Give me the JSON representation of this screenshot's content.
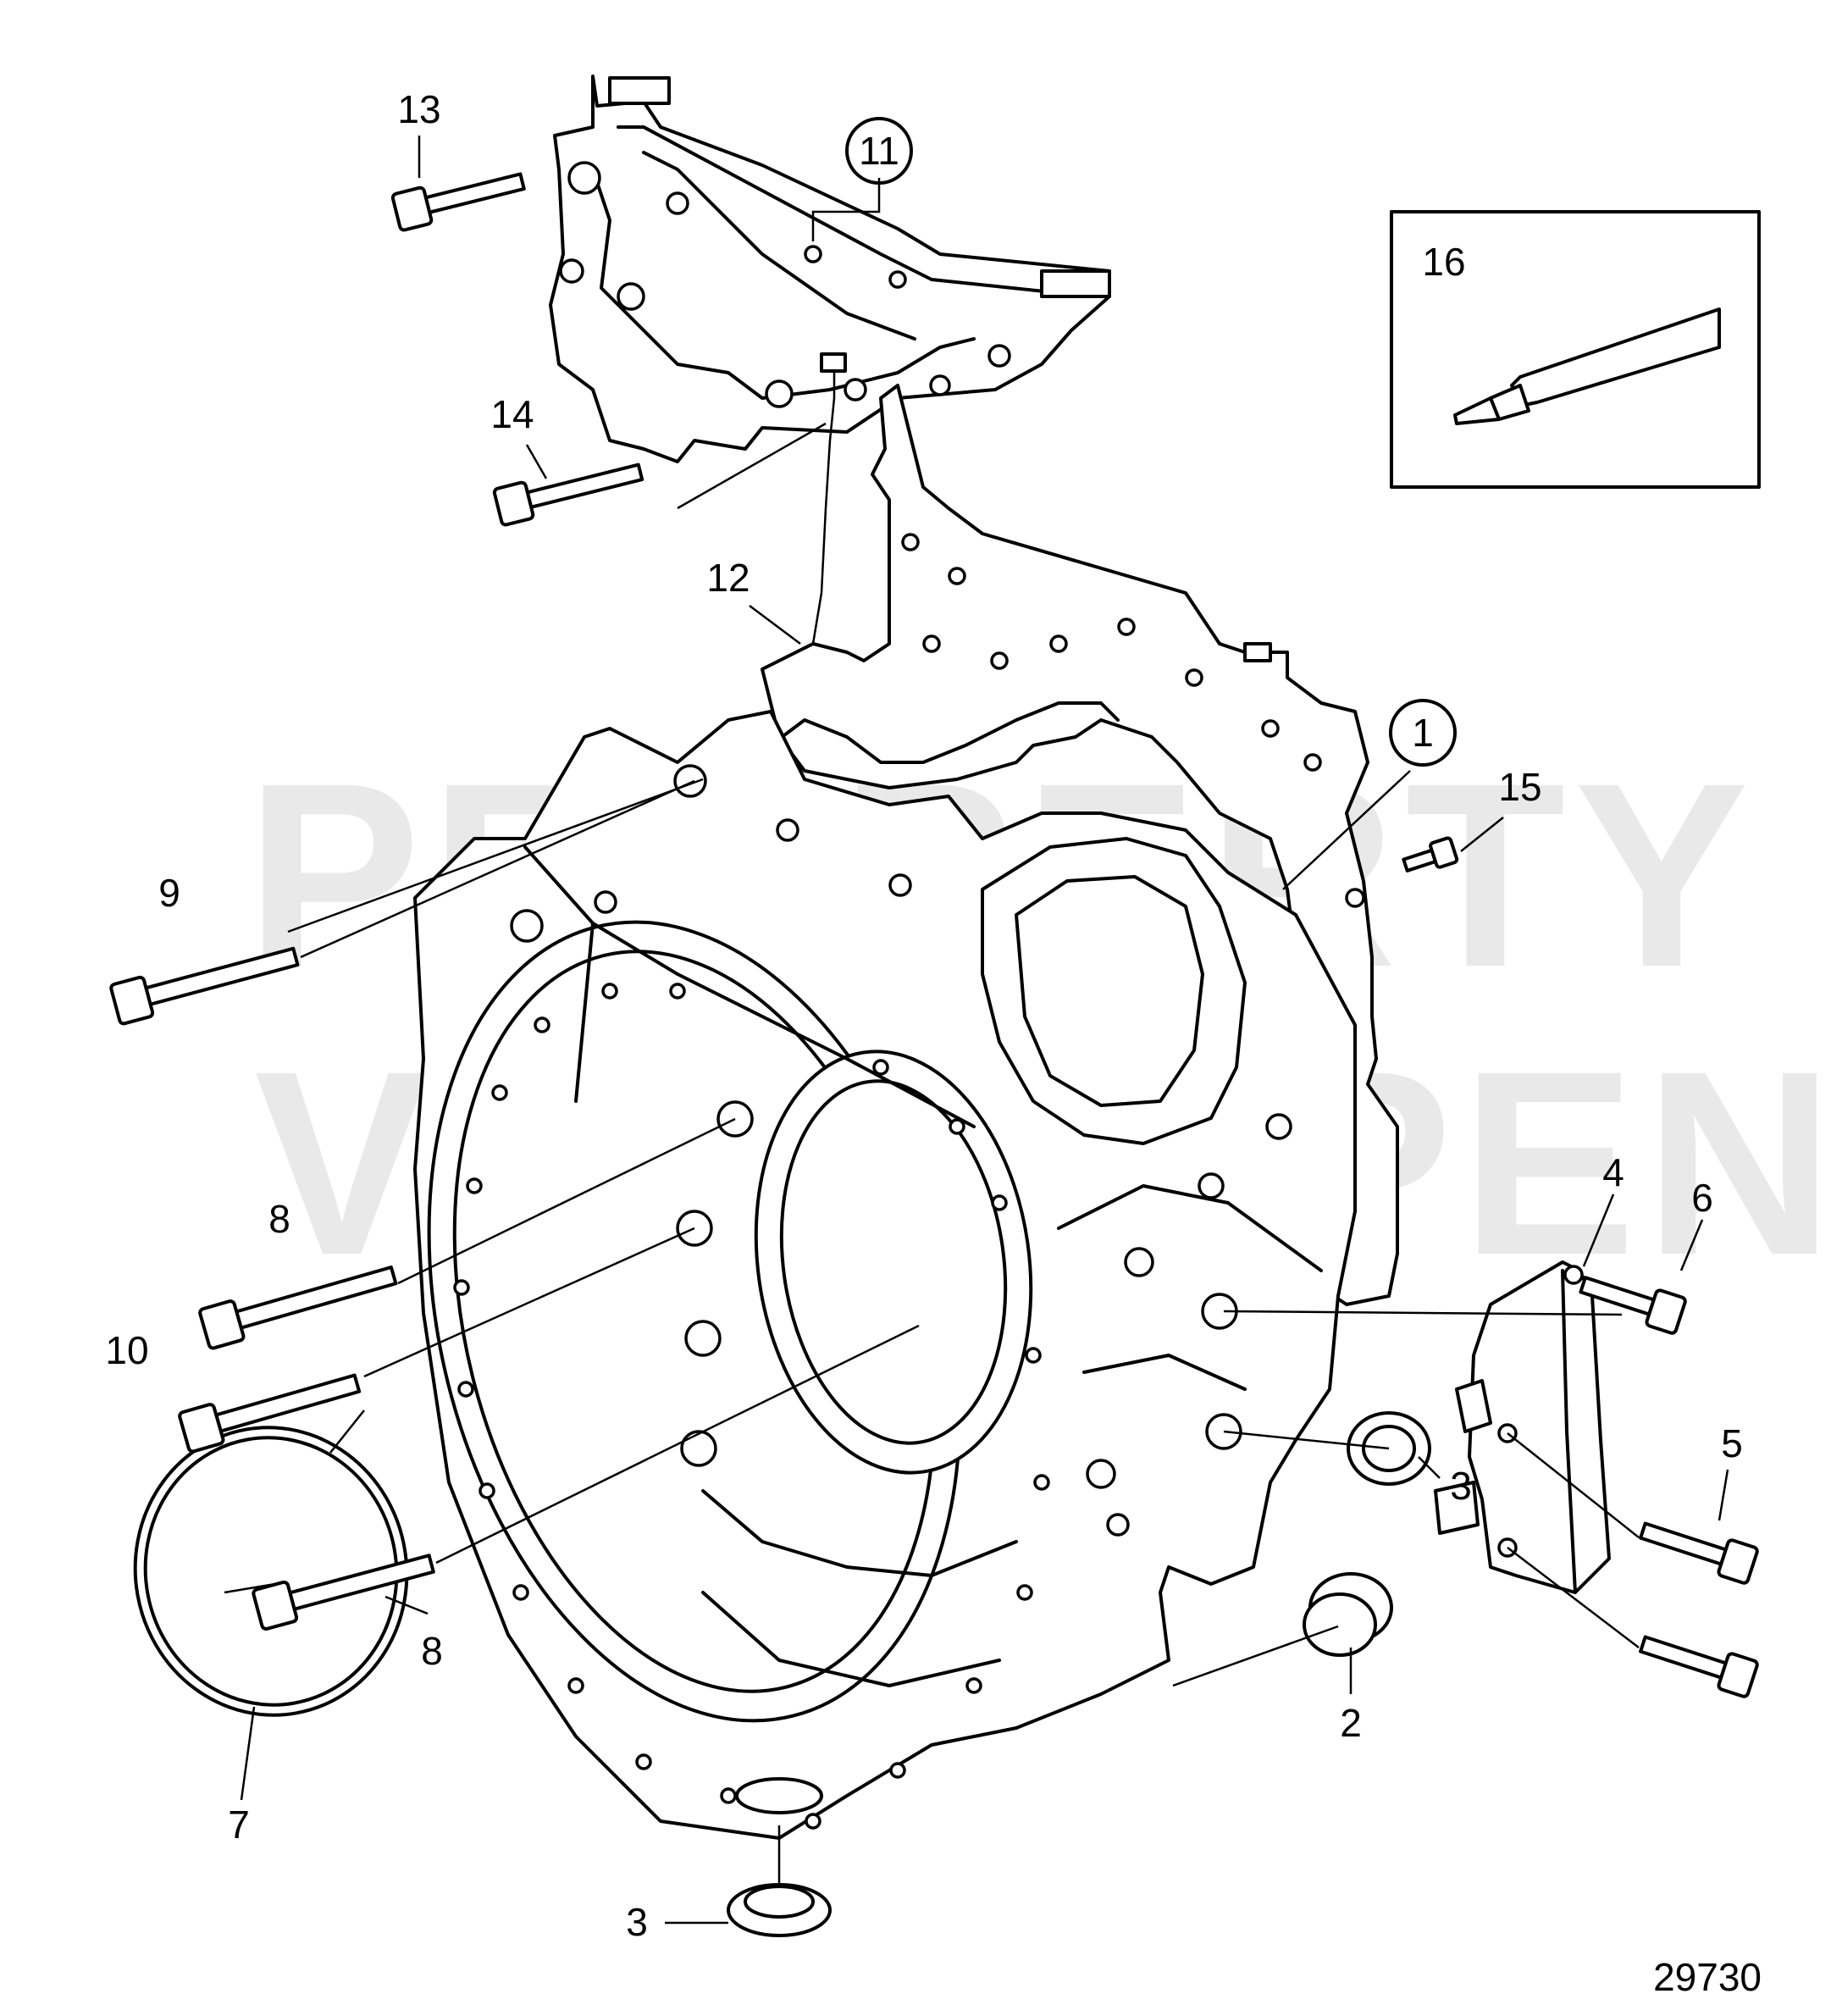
{
  "watermark": {
    "line1": "PROPERTY OF",
    "line2": "VOLVO PENTA"
  },
  "figure_number": "29730",
  "callouts": {
    "c1": "1",
    "c2": "2",
    "c3a": "3",
    "c3b": "3",
    "c4": "4",
    "c5": "5",
    "c6": "6",
    "c7": "7",
    "c8a": "8",
    "c8b": "8",
    "c9": "9",
    "c10": "10",
    "c11": "11",
    "c12": "12",
    "c13": "13",
    "c14": "14",
    "c15": "15",
    "c16": "16"
  },
  "parts": [
    {
      "key": "c1",
      "depicts": "flywheel housing"
    },
    {
      "key": "c2",
      "depicts": "plug"
    },
    {
      "key": "c3",
      "depicts": "seal ring"
    },
    {
      "key": "c4",
      "depicts": "bracket"
    },
    {
      "key": "c5",
      "depicts": "flange screw"
    },
    {
      "key": "c6",
      "depicts": "flange screw"
    },
    {
      "key": "c7",
      "depicts": "o-ring"
    },
    {
      "key": "c8",
      "depicts": "flange screw"
    },
    {
      "key": "c9",
      "depicts": "flange screw"
    },
    {
      "key": "c10",
      "depicts": "flange screw"
    },
    {
      "key": "c11",
      "depicts": "frame"
    },
    {
      "key": "c12",
      "depicts": "gasket"
    },
    {
      "key": "c13",
      "depicts": "flange screw"
    },
    {
      "key": "c14",
      "depicts": "flange screw"
    },
    {
      "key": "c15",
      "depicts": "screw"
    },
    {
      "key": "c16",
      "depicts": "sealant tube"
    }
  ]
}
